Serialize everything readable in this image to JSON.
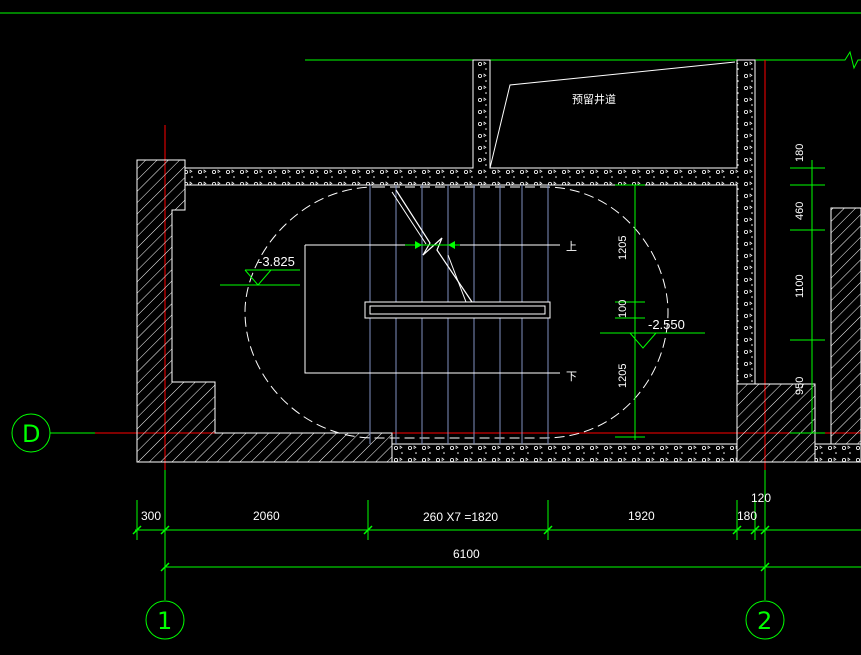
{
  "drawing": {
    "note_well": "预留井道",
    "stair_up": "上",
    "stair_down": "下",
    "level_upper": "-3.825",
    "level_lower": "-2.550",
    "axis_row": "D",
    "axis_col_1": "1",
    "axis_col_2": "2"
  },
  "dimensions": {
    "horizontal": [
      "300",
      "2060",
      "260 X7 =1820",
      "1920",
      "180",
      "120",
      "6100"
    ],
    "vertical_left": [
      "1205",
      "100",
      "1205"
    ],
    "vertical_right": [
      "180",
      "460",
      "1100",
      "950"
    ]
  },
  "colors": {
    "background": "#000000",
    "dimension_line": "#00ff00",
    "axis_line": "#ff0000",
    "wall_outline": "#ffffff",
    "stair_lines": "#8090c0"
  }
}
